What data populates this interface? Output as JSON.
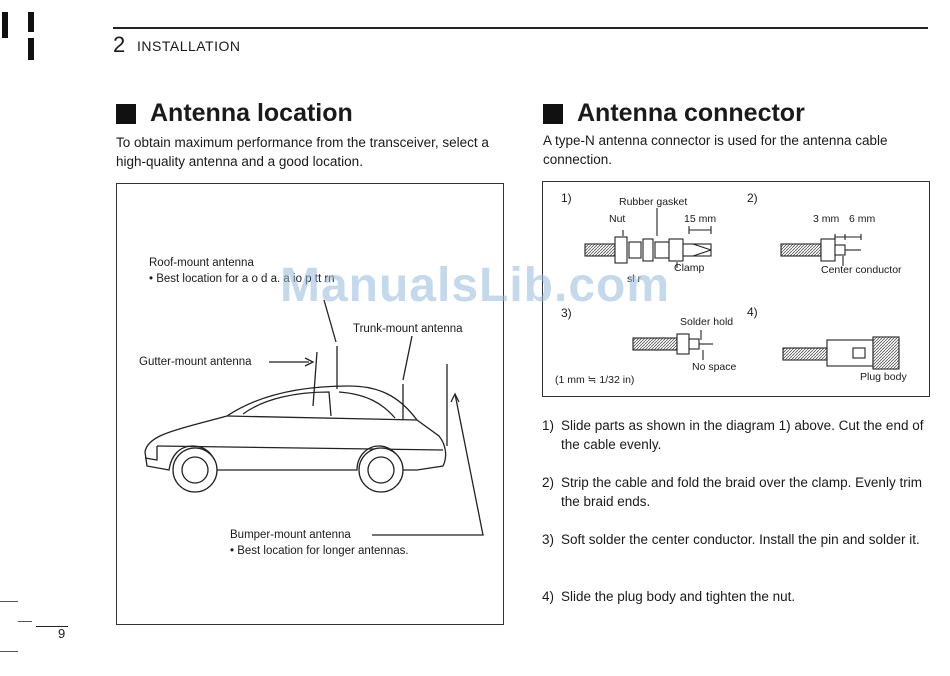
{
  "header": {
    "chapter_number": "2",
    "chapter_title": "INSTALLATION"
  },
  "left": {
    "title": "Antenna location",
    "intro": "To obtain maximum performance from the transceiver, select a high-quality antenna and a good location.",
    "roof_label": "Roof-mount antenna",
    "roof_note": "• Best location for a   o d  a.  a  io   p  tt  rn",
    "trunk_label": "Trunk-mount antenna",
    "gutter_label": "Gutter-mount antenna",
    "bumper_label": "Bumper-mount antenna",
    "bumper_note": "• Best location for longer antennas."
  },
  "right": {
    "title": "Antenna connector",
    "intro": "A type-N antenna connector is used for the antenna cable connection.",
    "diagram": {
      "n1": "1)",
      "n2": "2)",
      "n3": "3)",
      "n4": "4)",
      "rubber_gasket": "Rubber gasket",
      "nut": "Nut",
      "dim_15": "15 mm",
      "clamp": "Clamp",
      "washer": "  sl  r",
      "dim_3": "3 mm",
      "dim_6": "6 mm",
      "center_conductor": "Center conductor",
      "solder_hold": "Solder hold",
      "no_space": "No space",
      "plug_body": "Plug body",
      "conversion": "(1 mm ≒ 1/32 in)"
    },
    "steps": [
      {
        "num": "1)",
        "text": "Slide parts as shown in the diagram 1) above.  Cut the end of the cable evenly."
      },
      {
        "num": "2)",
        "text": "Strip the cable and fold the braid over the clamp.  Evenly trim the braid ends."
      },
      {
        "num": "3)",
        "text": "Soft solder the center conductor.  Install the pin and solder it."
      },
      {
        "num": "4)",
        "text": "Slide the plug body and tighten the nut."
      }
    ]
  },
  "watermark": "ManualsLib.com",
  "page_number": "9"
}
